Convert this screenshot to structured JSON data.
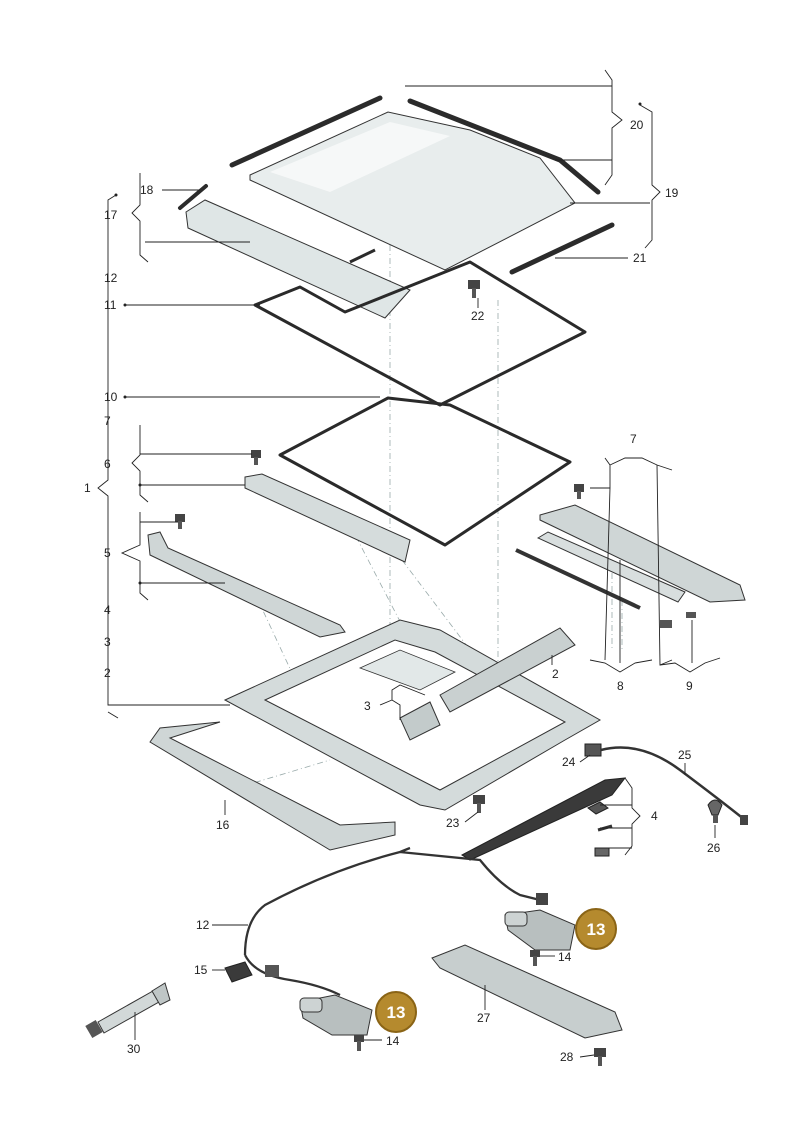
{
  "colors": {
    "badge": "#b58a2e",
    "badge_border": "#8a6416",
    "glass": "#e6ecec",
    "part_fill": "#d9dedf",
    "line": "#222222"
  },
  "labels": {
    "l1": "1",
    "l2a": "2",
    "l2b": "2",
    "l3a": "3",
    "l3b": "3",
    "l4a": "4",
    "l4b": "4",
    "l5": "5",
    "l6": "6",
    "l7a": "7",
    "l7b": "7",
    "l8": "8",
    "l9": "9",
    "l10": "10",
    "l11": "11",
    "l12a": "12",
    "l12b": "12",
    "l14a": "14",
    "l14b": "14",
    "l15": "15",
    "l16": "16",
    "l17": "17",
    "l18": "18",
    "l19": "19",
    "l20": "20",
    "l21": "21",
    "l22": "22",
    "l23": "23",
    "l24": "24",
    "l25": "25",
    "l26": "26",
    "l27": "27",
    "l28": "28",
    "l30": "30"
  },
  "badges": {
    "b1": "13",
    "b2": "13"
  }
}
